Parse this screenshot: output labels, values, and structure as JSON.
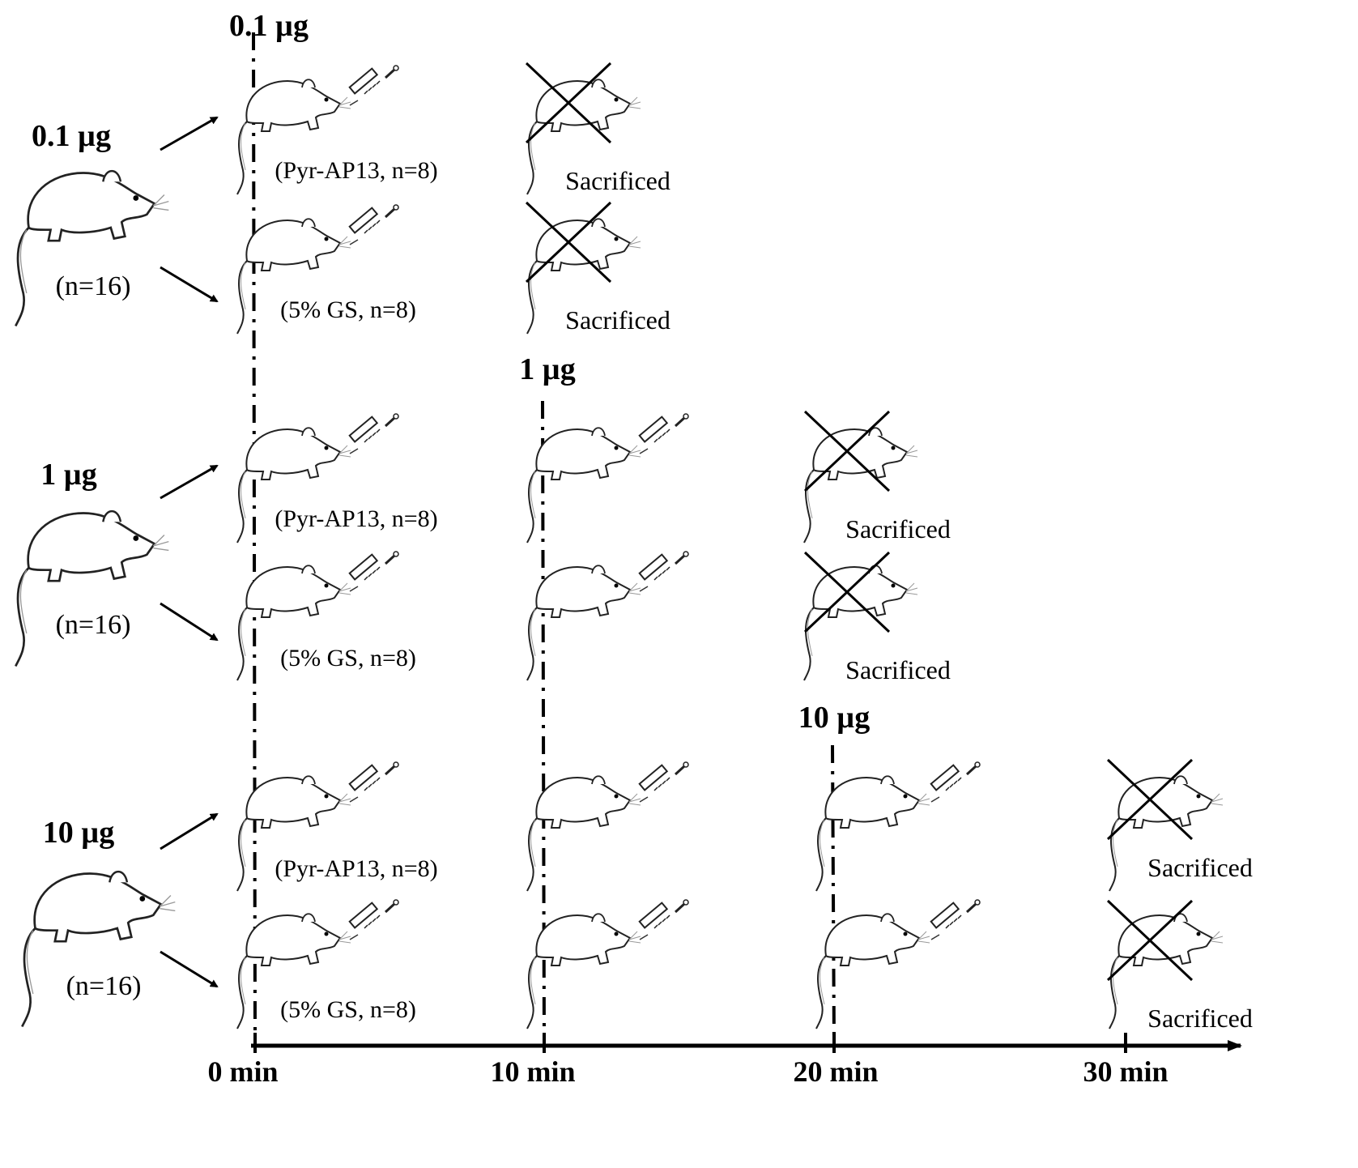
{
  "timeline": {
    "ticks": [
      "0 min",
      "10 min",
      "20 min",
      "30 min"
    ]
  },
  "doses": [
    {
      "label": "0.1 µg",
      "count": "(n=16)",
      "top_label": "0.1 µg"
    },
    {
      "label": "1 µg",
      "count": "(n=16)",
      "top_label": "1 µg"
    },
    {
      "label": "10 µg",
      "count": "(n=16)",
      "top_label": "10 µg"
    }
  ],
  "groups": {
    "treatment": "(Pyr-AP13, n=8)",
    "control": "(5% GS, n=8)"
  },
  "outcome": "Sacrificed",
  "icons": [
    "rat-icon",
    "syringe-icon",
    "cross-mark-icon",
    "arrow-icon"
  ]
}
